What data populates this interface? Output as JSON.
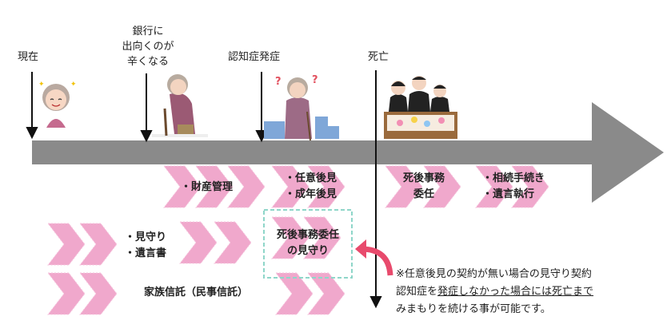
{
  "milestones": {
    "now": "現在",
    "bank_line1": "銀行に",
    "bank_line2": "出向くのが",
    "bank_line3": "辛くなる",
    "dementia": "認知症発症",
    "death": "死亡"
  },
  "phases": {
    "property_mgmt": "・財産管理",
    "guardian_line1": "・任意後見",
    "guardian_line2": "・成年後見",
    "posthumous_line1": "死後事務",
    "posthumous_line2": "委任",
    "inheritance_line1": "・相続手続き",
    "inheritance_line2": "・遺言執行",
    "watch_line1": "・見守り",
    "watch_line2": "・遺言書",
    "watch_box_line1": "死後事務委任",
    "watch_box_line2": "の見守り",
    "trust": "家族信託（民事信託）"
  },
  "note": {
    "line1": "※任意後見の契約が無い場合の見守り契約",
    "line2_a": "認知症を",
    "line2_b": "発症しなかった場合には死亡まで",
    "line3": "みまもりを続ける事が可能です。"
  },
  "colors": {
    "timeline": "#8a8a8a",
    "chevron": "#f0a8cc",
    "chevron_edge": "#e68fbb",
    "box_border": "#8fd6c9",
    "pointer": "#e84a6c"
  }
}
